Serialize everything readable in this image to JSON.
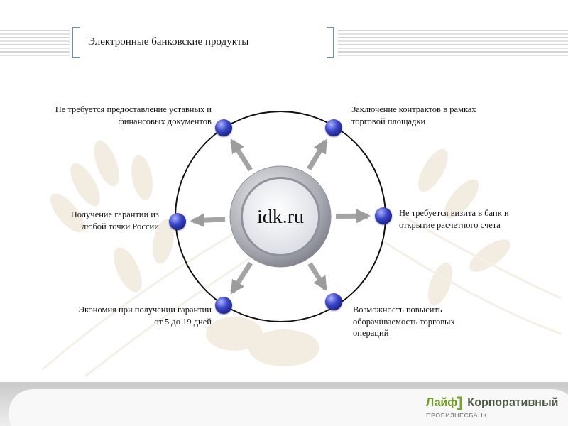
{
  "diagram": {
    "title": "Электронные банковские продукты",
    "nodes": [
      {
        "text": [
          "idk.ru"
        ]
      },
      {
        "text": [
          "Не требуется предоставление уставных и финансовых документов"
        ]
      },
      {
        "text": [
          "Заключение контрактов в рамках торговой площадки"
        ]
      },
      {
        "text": [
          "Получение гарантии из любой точки России"
        ]
      },
      {
        "text": [
          "Не требуется визита в банк и открытие расчетного счета"
        ]
      },
      {
        "text": [
          "Экономия при получении гарантии от 5 до 19 дней"
        ]
      },
      {
        "text": [
          "Возможность повысить оборачиваемость торговых операций"
        ]
      }
    ],
    "edges": [
      {
        "from": 0,
        "to": 1,
        "arrow": "to"
      },
      {
        "from": 0,
        "to": 2,
        "arrow": "to"
      },
      {
        "from": 0,
        "to": 3,
        "arrow": "to"
      },
      {
        "from": 0,
        "to": 4,
        "arrow": "to"
      },
      {
        "from": 0,
        "to": 5,
        "arrow": "to"
      },
      {
        "from": 0,
        "to": 6,
        "arrow": "to"
      }
    ],
    "labels": [
      "Лайф",
      "Корпоративный",
      "ПРОБИЗНЕСБАНК"
    ]
  }
}
